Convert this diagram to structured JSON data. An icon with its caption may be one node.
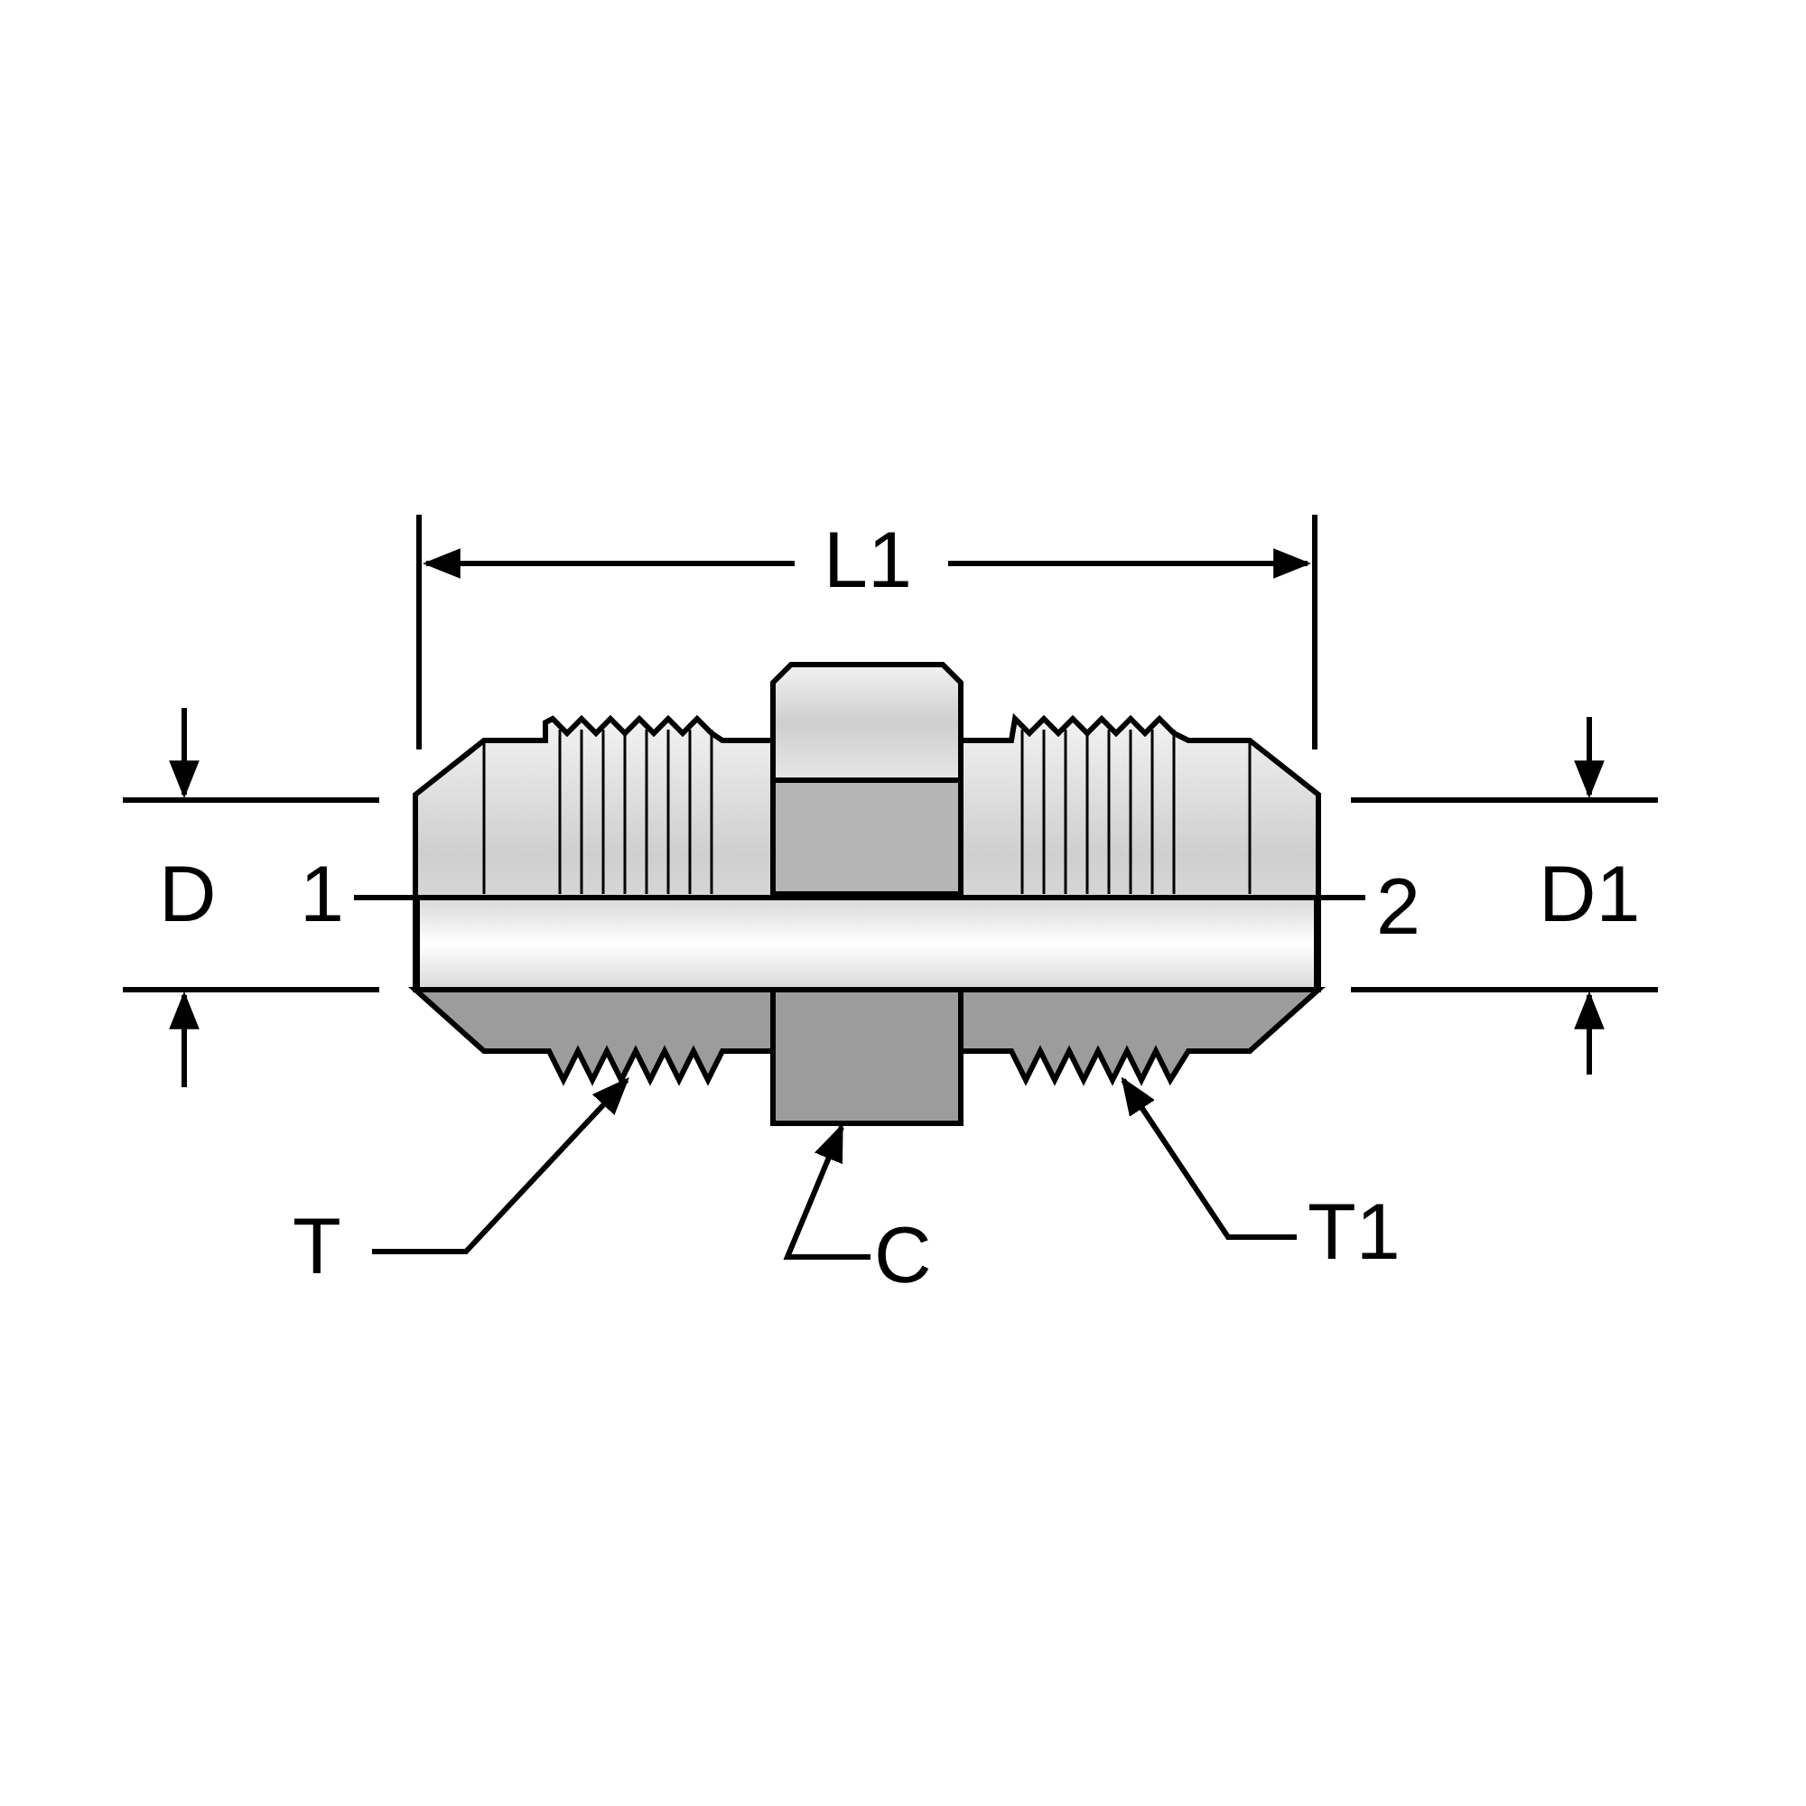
{
  "diagram": {
    "nodes": [
      {
        "text": [
          "T"
        ]
      },
      {
        "text": [],
        "shape": "box"
      },
      {
        "text": [
          "C"
        ]
      },
      {
        "text": [],
        "shape": "box"
      },
      {
        "text": [
          "T1"
        ]
      },
      {
        "text": [],
        "shape": "box"
      },
      {
        "text": [
          "1"
        ]
      },
      {
        "text": [
          "2"
        ]
      }
    ],
    "edges": [
      {
        "from": 0,
        "to": 1,
        "arrow": "to"
      },
      {
        "from": 2,
        "to": 3,
        "arrow": "to"
      },
      {
        "from": 4,
        "to": 5,
        "arrow": "to"
      },
      {
        "from": 6,
        "to": 7,
        "arrow": "none"
      }
    ],
    "labels": [
      "L1",
      "D",
      "D1"
    ]
  }
}
